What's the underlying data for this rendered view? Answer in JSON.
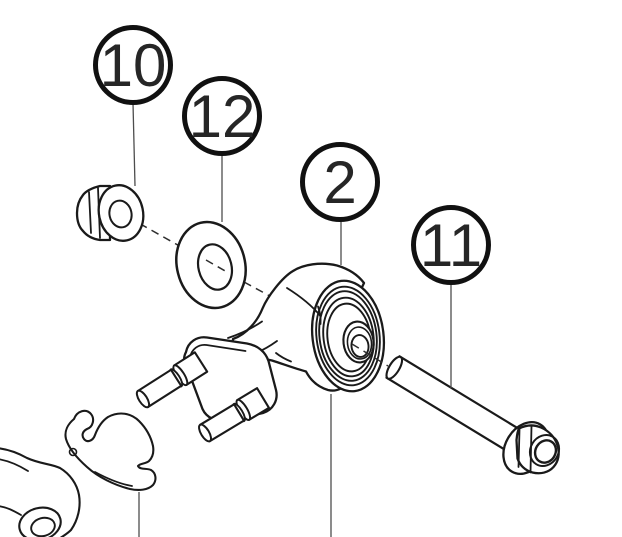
{
  "figure": {
    "type": "exploded-parts-diagram",
    "background_color": "#ffffff",
    "outline_color": "#1a1a1a",
    "leader_color": "#4d4d4d",
    "balloon_stroke_color": "#111111",
    "balloon_text_color": "#262626"
  },
  "callouts": [
    {
      "label": "10",
      "part": "flange-nut"
    },
    {
      "label": "12",
      "part": "flat-washer"
    },
    {
      "label": "2",
      "part": "engine-mount-torque-rod"
    },
    {
      "label": "11",
      "part": "flange-bolt"
    }
  ],
  "parts": {
    "nut": "flange-nut",
    "washer": "flat-washer",
    "mount": "engine-mount-torque-rod",
    "bolt": "flange-bolt",
    "bracket": "stay-bracket",
    "corner_part": "partial-adjacent-bracket"
  }
}
